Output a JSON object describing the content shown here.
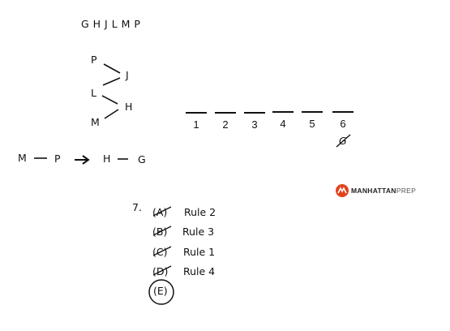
{
  "letters": "G H J L M P",
  "diagram": {
    "p": "P",
    "j": "J",
    "l": "L",
    "h": "H",
    "m": "M"
  },
  "slots": [
    "1",
    "2",
    "3",
    "4",
    "5",
    "6"
  ],
  "slot6_mark": "G",
  "rule_chain": {
    "m": "M",
    "p": "P",
    "h": "H",
    "g": "G"
  },
  "logo": {
    "brand": "MANHATTAN",
    "suffix": "PREP"
  },
  "question": {
    "number": "7.",
    "options": [
      {
        "label": "(A)",
        "note": "Rule 2"
      },
      {
        "label": "(B)",
        "note": "Rule 3"
      },
      {
        "label": "(C)",
        "note": "Rule 1"
      },
      {
        "label": "(D)",
        "note": "Rule 4"
      },
      {
        "label": "(E)",
        "note": ""
      }
    ]
  }
}
